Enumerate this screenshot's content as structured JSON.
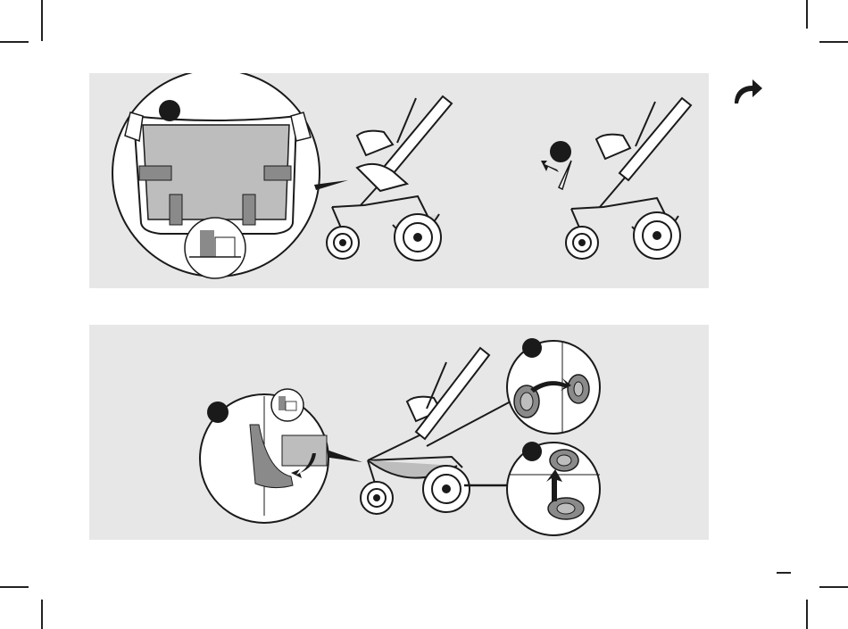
{
  "colors": {
    "panel_bg": "#e7e7e7",
    "line": "#1a1a1a",
    "fabric_gray": "#bdbdbd",
    "dark_gray": "#8a8a8a",
    "marker": "#1a1a1a",
    "white": "#ffffff"
  },
  "icons": {
    "page_arrow": "curved-arrow-right-icon",
    "step_marker": "black-dot-step-marker",
    "velcro": "velcro-detail-icon",
    "snap": "snap-button-icon"
  },
  "steps": {
    "top_panel": [
      "attach-seat-liner",
      "remove-rod"
    ],
    "bottom_panel": [
      "peel-velcro",
      "fasten-snap-upper",
      "fasten-snap-lower"
    ]
  }
}
